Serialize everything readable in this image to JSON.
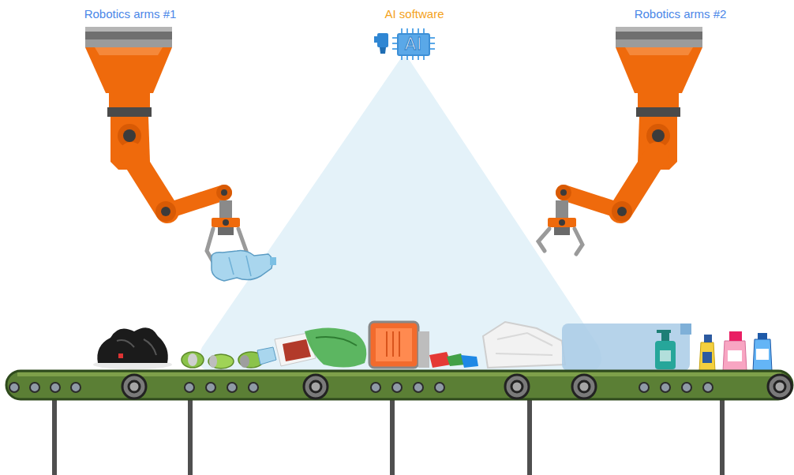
{
  "diagram": {
    "nodes": [
      {
        "text": [
          "AI"
        ]
      }
    ],
    "labels": [
      "Robotics arms #1",
      "AI software",
      "Robotics arms #2"
    ]
  }
}
